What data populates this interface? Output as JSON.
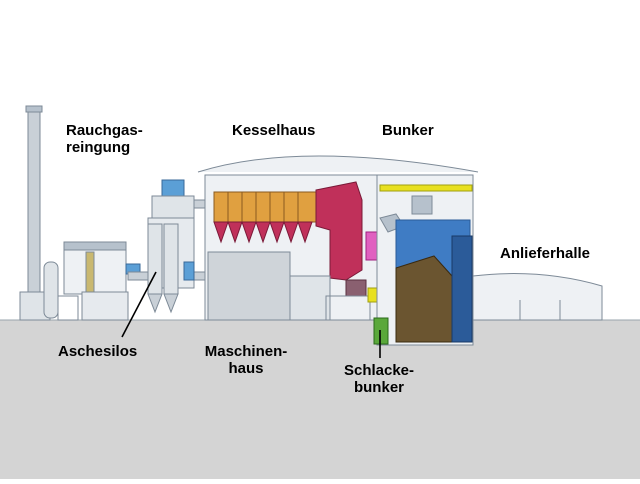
{
  "labels": {
    "rauchgas": "Rauchgas-\nreingung",
    "kesselhaus": "Kesselhaus",
    "bunker": "Bunker",
    "anlieferhalle": "Anlieferhalle",
    "aschesilos": "Aschesilos",
    "maschinenhaus": "Maschinen-\nhaus",
    "schlackebunker": "Schlacke-\nbunker"
  },
  "colors": {
    "ground": "#d4d4d4",
    "building": "#eef1f4",
    "building_stroke": "#7d8a97",
    "boiler": "#c0305a",
    "economizer": "#e0a040",
    "bunker_fill": "#3f7cc4",
    "bunker_dark": "#2b5b99",
    "waste": "#6b5530",
    "crane": "#e8e020",
    "slag": "#5aa83a",
    "steel": "#b6c1cc",
    "silo_blue": "#5b9fd6"
  }
}
